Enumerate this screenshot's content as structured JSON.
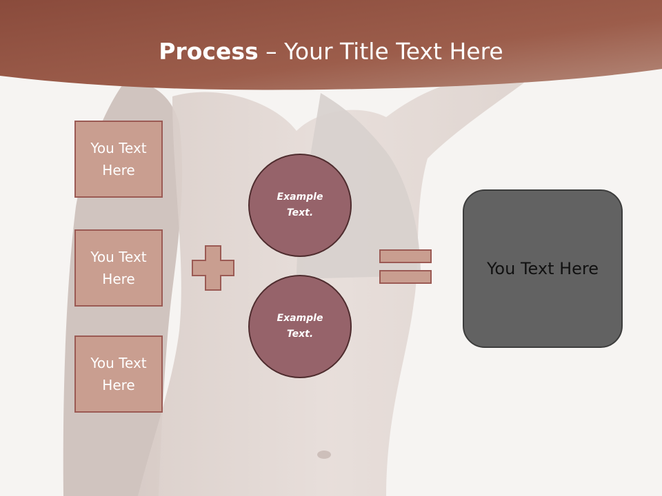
{
  "title": {
    "bold": "Process",
    "rest": " – Your Title Text Here"
  },
  "boxes": [
    "You Text Here",
    "You Text Here",
    "You Text Here"
  ],
  "circles": [
    "Example Text.",
    "Example Text."
  ],
  "result": "You Text Here",
  "colors": {
    "header": "#9c5d4b",
    "box_fill": "#c99e90",
    "box_border": "#9b5a54",
    "circle_fill": "#96636a",
    "result_fill": "#626262",
    "background": "#f6f4f2"
  }
}
